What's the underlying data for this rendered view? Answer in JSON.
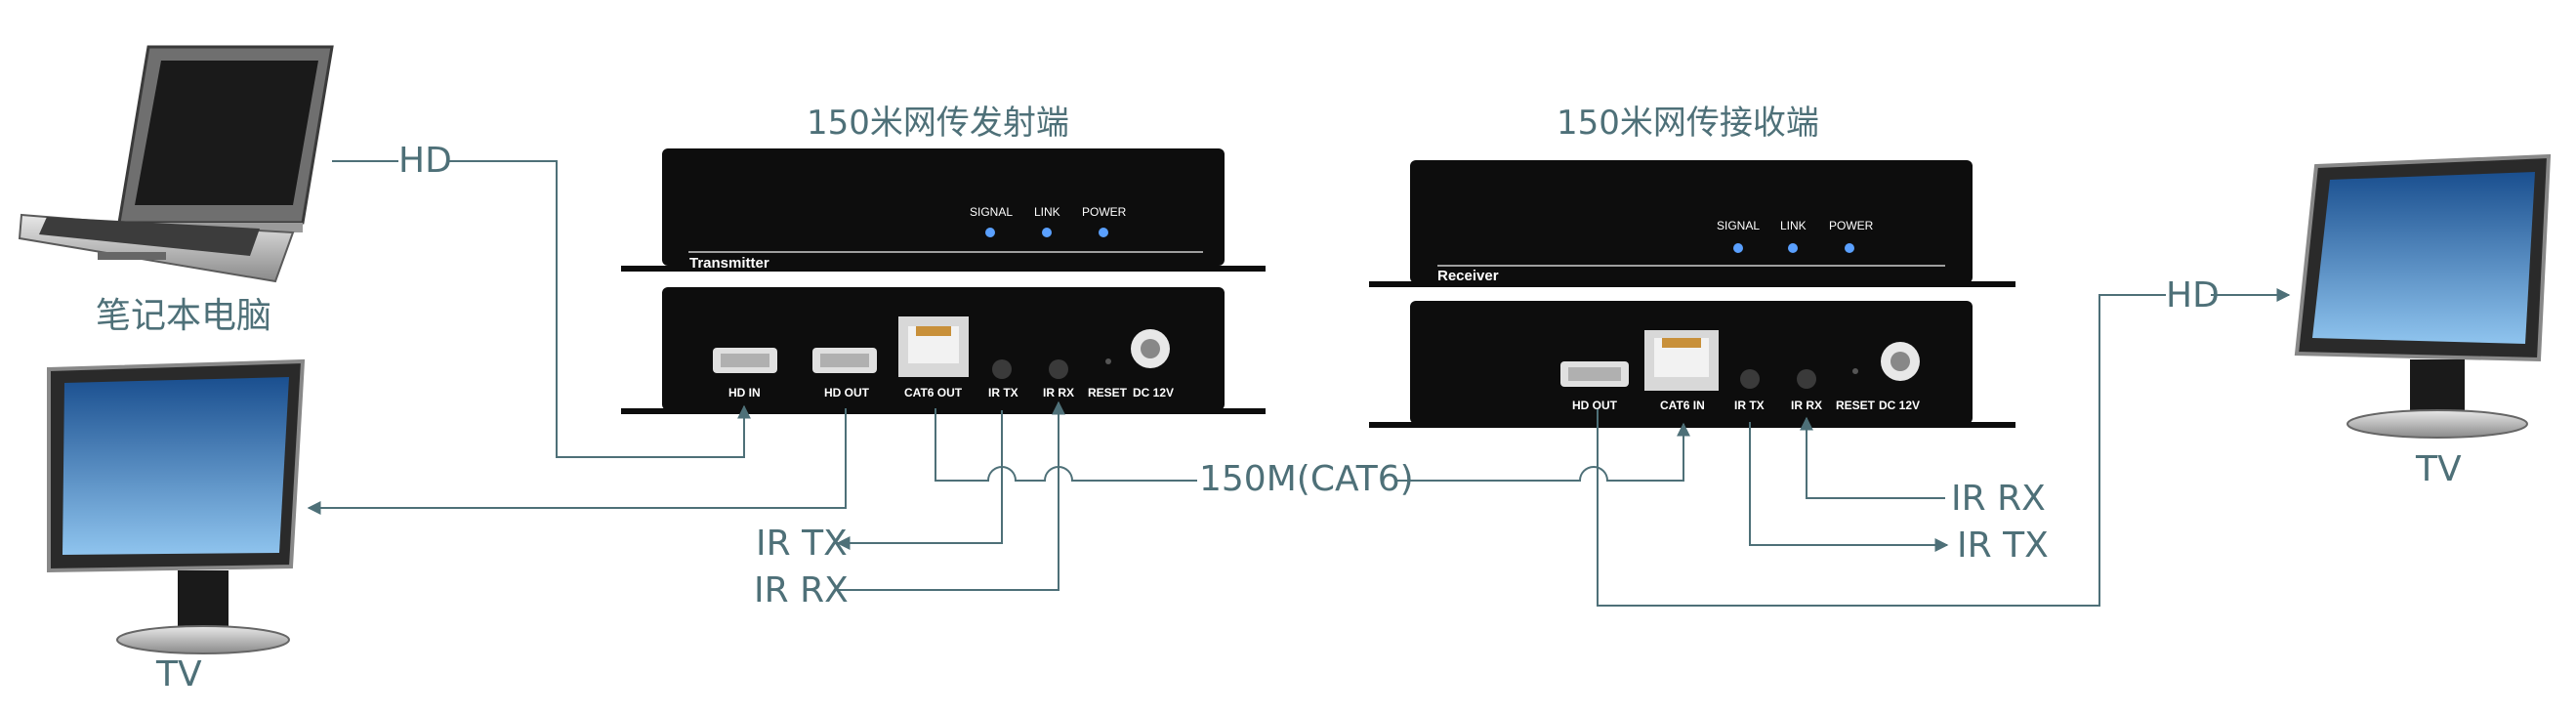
{
  "left_device": {
    "title": "150米网传发射端",
    "brand": "Transmitter"
  },
  "right_device": {
    "title": "150米网传接收端",
    "brand": "Receiver"
  },
  "led_labels": [
    "SIGNAL",
    "LINK",
    "POWER"
  ],
  "transmitter_ports": [
    "HD IN",
    "HD OUT",
    "CAT6 OUT",
    "IR TX",
    "IR RX",
    "RESET",
    "DC 12V"
  ],
  "receiver_ports": [
    "HD OUT",
    "CAT6 IN",
    "IR TX",
    "IR RX",
    "RESET",
    "DC 12V"
  ],
  "labels": {
    "laptop": "笔记本电脑",
    "hd_left": "HD",
    "hd_right": "HD",
    "tv_left": "TV",
    "tv_right": "TV",
    "cable": "150M(CAT6)",
    "ir_tx_left": "IR TX",
    "ir_rx_left": "IR RX",
    "ir_rx_right": "IR RX",
    "ir_tx_right": "IR TX"
  },
  "colors": {
    "line": "#4e7078",
    "device": "#0d0d0d",
    "led": "#5aa0ff",
    "screen_top": "#1a4f8f",
    "screen_bottom": "#8fc4ee"
  }
}
